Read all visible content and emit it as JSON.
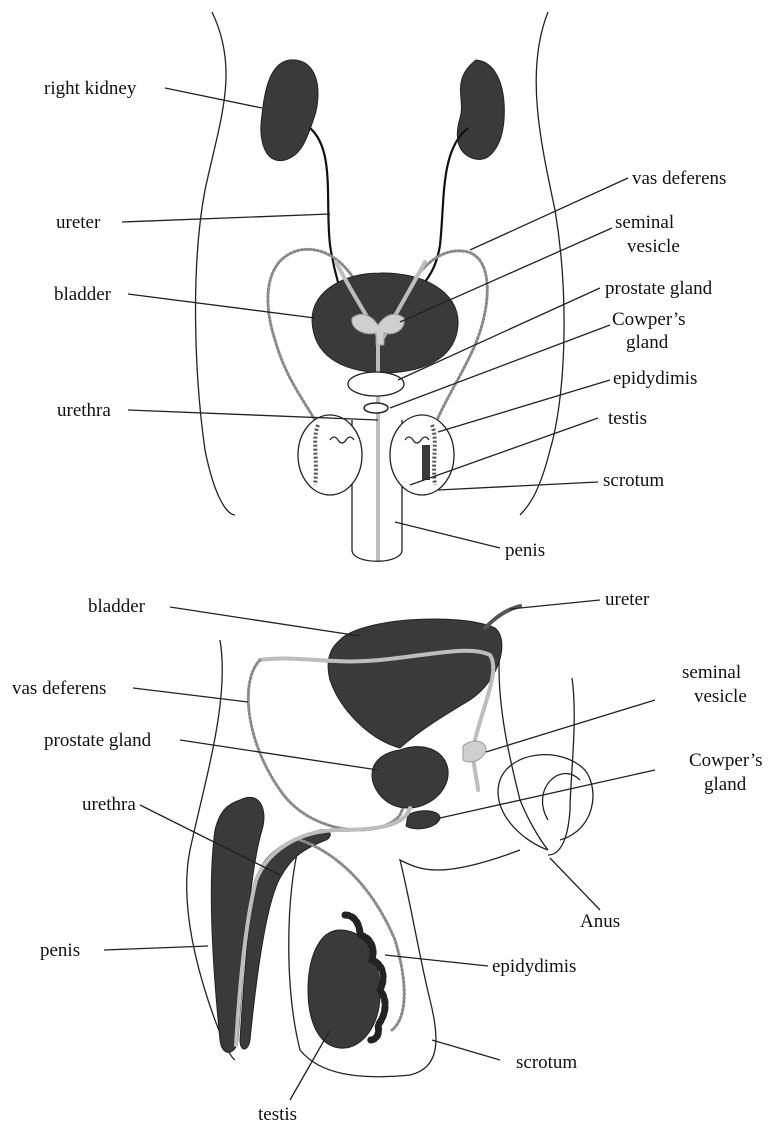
{
  "front_view": {
    "labels": {
      "right_kidney": "right kidney",
      "ureter": "ureter",
      "bladder": "bladder",
      "urethra": "urethra",
      "vas_deferens": "vas deferens",
      "seminal_vesicle_line1": "seminal",
      "seminal_vesicle_line2": "vesicle",
      "prostate_gland": "prostate gland",
      "cowpers_gland_line1": "Cowper’s",
      "cowpers_gland_line2": "gland",
      "epidydimis": "epidydimis",
      "testis": "testis",
      "scrotum": "scrotum",
      "penis": "penis"
    }
  },
  "side_view": {
    "labels": {
      "bladder": "bladder",
      "ureter": "ureter",
      "vas_deferens": "vas deferens",
      "seminal_vesicle_line1": "seminal",
      "seminal_vesicle_line2": "vesicle",
      "prostate_gland": "prostate gland",
      "cowpers_gland_line1": "Cowper’s",
      "cowpers_gland_line2": "gland",
      "urethra": "urethra",
      "anus": "Anus",
      "penis": "penis",
      "epidydimis": "epidydimis",
      "scrotum": "scrotum",
      "testis": "testis"
    }
  }
}
